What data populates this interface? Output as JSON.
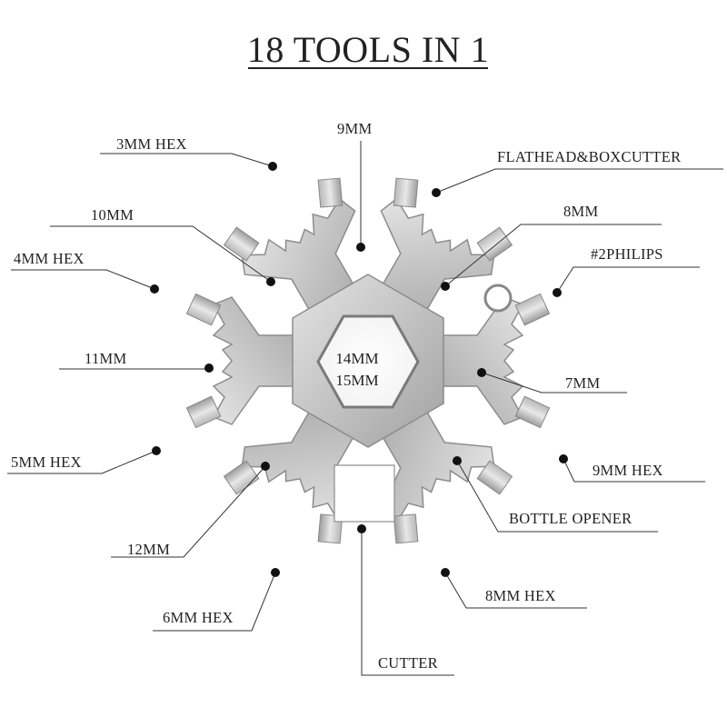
{
  "title": "18 TOOLS IN 1",
  "center_labels": [
    "14MM",
    "15MM"
  ],
  "callouts": [
    {
      "id": "3mm-hex",
      "label": "3MM HEX"
    },
    {
      "id": "9mm",
      "label": "9MM"
    },
    {
      "id": "flathead-boxcutter",
      "label": "FLATHEAD&BOXCUTTER"
    },
    {
      "id": "10mm",
      "label": "10MM"
    },
    {
      "id": "8mm",
      "label": "8MM"
    },
    {
      "id": "4mm-hex",
      "label": "4MM HEX"
    },
    {
      "id": "2philips",
      "label": "#2PHILIPS"
    },
    {
      "id": "11mm",
      "label": "11MM"
    },
    {
      "id": "7mm",
      "label": "7MM"
    },
    {
      "id": "5mm-hex",
      "label": "5MM HEX"
    },
    {
      "id": "9mm-hex",
      "label": "9MM HEX"
    },
    {
      "id": "bottle-opener",
      "label": "BOTTLE OPENER"
    },
    {
      "id": "12mm",
      "label": "12MM"
    },
    {
      "id": "8mm-hex",
      "label": "8MM HEX"
    },
    {
      "id": "6mm-hex",
      "label": "6MM HEX"
    },
    {
      "id": "cutter",
      "label": "CUTTER"
    }
  ],
  "colors": {
    "metal_light": "#d6d6d6",
    "metal_mid": "#b4b4b4",
    "metal_dark": "#8a8a8a",
    "text": "#1f1f1f"
  }
}
